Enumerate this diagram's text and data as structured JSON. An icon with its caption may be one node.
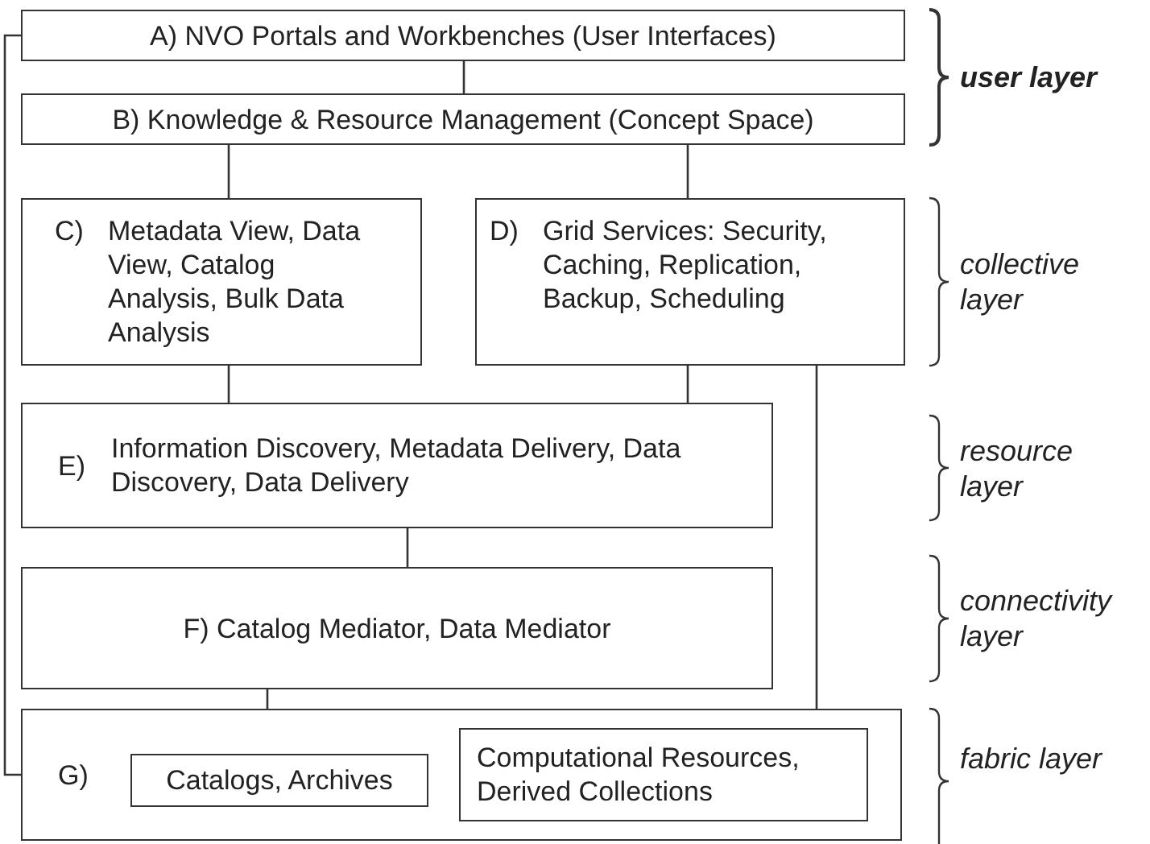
{
  "diagram": {
    "nodes": [
      {
        "text": [
          "A) NVO Portals and Workbenches (User Interfaces)"
        ]
      },
      {
        "text": [
          "B) Knowledge & Resource Management (Concept Space)"
        ]
      },
      {
        "text": [
          "C)",
          "Metadata View, Data View, Catalog Analysis, Bulk Data Analysis"
        ]
      },
      {
        "text": [
          "D)",
          "Grid Services: Security, Caching, Replication, Backup, Scheduling"
        ]
      },
      {
        "text": [
          "E)",
          "Information Discovery, Metadata Delivery, Data Discovery, Data Delivery"
        ]
      },
      {
        "text": [
          "F) Catalog Mediator, Data Mediator"
        ]
      },
      {
        "text": [
          "G)"
        ]
      },
      {
        "text": [
          "Catalogs, Archives"
        ],
        "in": 6
      },
      {
        "text": [
          "Computational Resources, Derived Collections"
        ],
        "in": 6
      }
    ],
    "edges": [
      {
        "from": 0,
        "to": 1,
        "arrow": "none"
      },
      {
        "from": 1,
        "to": 2,
        "arrow": "none"
      },
      {
        "from": 1,
        "to": 3,
        "arrow": "none"
      },
      {
        "from": 2,
        "to": 4,
        "arrow": "none"
      },
      {
        "from": 3,
        "to": 4,
        "arrow": "none"
      },
      {
        "from": 4,
        "to": 5,
        "arrow": "none"
      },
      {
        "from": 5,
        "to": 7,
        "arrow": "none"
      },
      {
        "from": 3,
        "to": 8,
        "arrow": "none"
      },
      {
        "from": 0,
        "to": 6,
        "arrow": "none"
      }
    ],
    "labels": [
      "user layer",
      "collective layer",
      "resource layer",
      "connectivity layer",
      "fabric layer"
    ]
  }
}
